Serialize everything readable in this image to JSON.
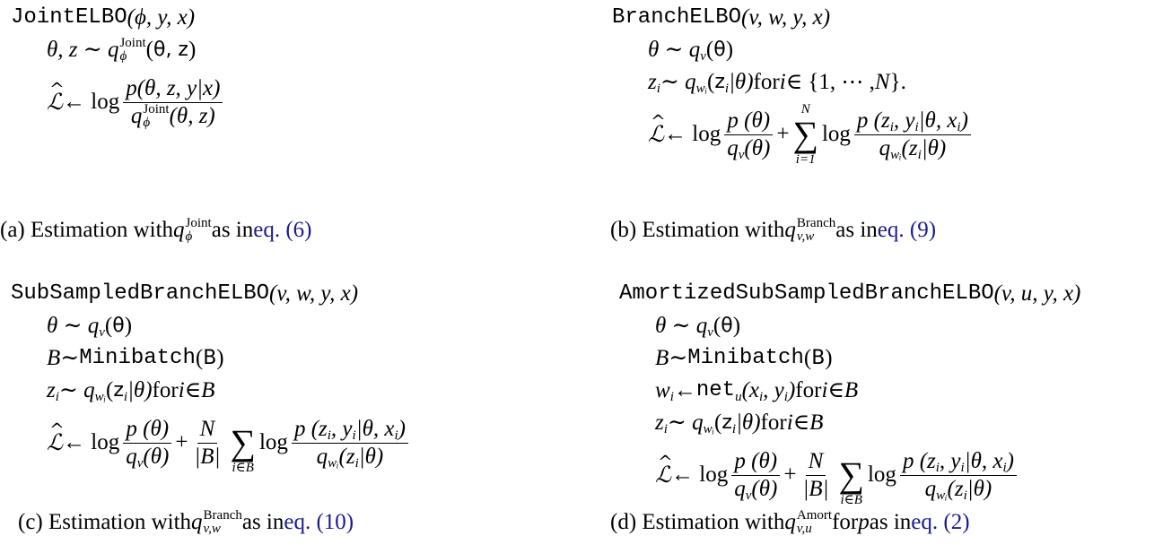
{
  "colors": {
    "link": "#1a1a8c",
    "text": "#000000"
  },
  "panels": [
    {
      "id": "a",
      "lines": [
        [
          {
            "k": "tt",
            "t": "JointELBO"
          },
          {
            "k": "m",
            "t": "(ϕ, y, x)"
          }
        ],
        [
          {
            "k": "m",
            "t": "θ, z ∼ q"
          },
          {
            "k": "ss",
            "sup": "Joint",
            "sub": "ϕ"
          },
          {
            "k": "r",
            "t": "("
          },
          {
            "k": "sf",
            "t": "θ, z"
          },
          {
            "k": "r",
            "t": ")"
          }
        ],
        [
          {
            "k": "hat",
            "t": "ℒ"
          },
          {
            "k": "r",
            "t": " ← log "
          },
          {
            "k": "frac",
            "num": [
              {
                "k": "m",
                "t": "p(θ, z, y|x)"
              }
            ],
            "den": [
              {
                "k": "m",
                "t": "q"
              },
              {
                "k": "ss",
                "sup": "Joint",
                "sub": "ϕ"
              },
              {
                "k": "m",
                "t": "(θ, z)"
              }
            ]
          }
        ]
      ],
      "caption": [
        {
          "k": "r",
          "t": "(a) Estimation with "
        },
        {
          "k": "m",
          "t": "q"
        },
        {
          "k": "ss",
          "sup": "Joint",
          "sub": "ϕ"
        },
        {
          "k": "r",
          "t": " as in "
        },
        {
          "k": "link",
          "t": "eq. (6)"
        }
      ]
    },
    {
      "id": "b",
      "lines": [
        [
          {
            "k": "tt",
            "t": "BranchELBO"
          },
          {
            "k": "m",
            "t": "(v, w, y, x)"
          }
        ],
        [
          {
            "k": "m",
            "t": "θ ∼ q"
          },
          {
            "k": "sub",
            "t": "v"
          },
          {
            "k": "r",
            "t": "("
          },
          {
            "k": "sf",
            "t": "θ"
          },
          {
            "k": "r",
            "t": ")"
          }
        ],
        [
          {
            "k": "m",
            "t": "z"
          },
          {
            "k": "sub",
            "t": "i"
          },
          {
            "k": "m",
            "t": " ∼ q"
          },
          {
            "k": "sub",
            "t": "wᵢ"
          },
          {
            "k": "r",
            "t": "("
          },
          {
            "k": "sf",
            "t": "z"
          },
          {
            "k": "sub",
            "t": "i"
          },
          {
            "k": "m",
            "t": "|θ)"
          },
          {
            "k": "r",
            "t": " for "
          },
          {
            "k": "m",
            "t": "i"
          },
          {
            "k": "r",
            "t": " ∈ {1, ⋯ , "
          },
          {
            "k": "m",
            "t": "N"
          },
          {
            "k": "r",
            "t": "}."
          }
        ],
        [
          {
            "k": "hat",
            "t": "ℒ"
          },
          {
            "k": "r",
            "t": " ← log "
          },
          {
            "k": "frac",
            "num": [
              {
                "k": "m",
                "t": "p (θ)"
              }
            ],
            "den": [
              {
                "k": "m",
                "t": "q"
              },
              {
                "k": "sub",
                "t": "v"
              },
              {
                "k": "m",
                "t": " (θ)"
              }
            ]
          },
          {
            "k": "r",
            "t": " + "
          },
          {
            "k": "sum",
            "top": "N",
            "bot": "i=1"
          },
          {
            "k": "r",
            "t": "log "
          },
          {
            "k": "frac",
            "num": [
              {
                "k": "m",
                "t": "p (z"
              },
              {
                "k": "sub",
                "t": "i"
              },
              {
                "k": "m",
                "t": ", y"
              },
              {
                "k": "sub",
                "t": "i"
              },
              {
                "k": "m",
                "t": "|θ, x"
              },
              {
                "k": "sub",
                "t": "i"
              },
              {
                "k": "m",
                "t": ")"
              }
            ],
            "den": [
              {
                "k": "m",
                "t": "q"
              },
              {
                "k": "sub",
                "t": "wᵢ"
              },
              {
                "k": "m",
                "t": " (z"
              },
              {
                "k": "sub",
                "t": "i"
              },
              {
                "k": "m",
                "t": "|θ)"
              }
            ]
          }
        ]
      ],
      "caption": [
        {
          "k": "r",
          "t": "(b) Estimation with "
        },
        {
          "k": "m",
          "t": "q"
        },
        {
          "k": "ss",
          "sup": "Branch",
          "sub": "v,w"
        },
        {
          "k": "r",
          "t": " as in "
        },
        {
          "k": "link",
          "t": "eq. (9)"
        }
      ]
    },
    {
      "id": "c",
      "lines": [
        [
          {
            "k": "tt",
            "t": "SubSampledBranchELBO"
          },
          {
            "k": "m",
            "t": "(v, w, y, x)"
          }
        ],
        [
          {
            "k": "m",
            "t": "θ ∼ q"
          },
          {
            "k": "sub",
            "t": "v"
          },
          {
            "k": "r",
            "t": "("
          },
          {
            "k": "sf",
            "t": "θ"
          },
          {
            "k": "r",
            "t": ")"
          }
        ],
        [
          {
            "k": "m",
            "t": "B"
          },
          {
            "k": "r",
            "t": " ∼ "
          },
          {
            "k": "tt",
            "t": "Minibatch"
          },
          {
            "k": "r",
            "t": "("
          },
          {
            "k": "sf",
            "t": "B"
          },
          {
            "k": "r",
            "t": ")"
          }
        ],
        [
          {
            "k": "m",
            "t": "z"
          },
          {
            "k": "sub",
            "t": "i"
          },
          {
            "k": "m",
            "t": " ∼ q"
          },
          {
            "k": "sub",
            "t": "wᵢ"
          },
          {
            "k": "r",
            "t": "("
          },
          {
            "k": "sf",
            "t": "z"
          },
          {
            "k": "sub",
            "t": "i"
          },
          {
            "k": "m",
            "t": "|θ)"
          },
          {
            "k": "r",
            "t": " for "
          },
          {
            "k": "m",
            "t": "i"
          },
          {
            "k": "r",
            "t": " ∈ "
          },
          {
            "k": "m",
            "t": "B"
          }
        ],
        [
          {
            "k": "hat",
            "t": "ℒ"
          },
          {
            "k": "r",
            "t": " ← log "
          },
          {
            "k": "frac",
            "num": [
              {
                "k": "m",
                "t": "p (θ)"
              }
            ],
            "den": [
              {
                "k": "m",
                "t": "q"
              },
              {
                "k": "sub",
                "t": "v"
              },
              {
                "k": "m",
                "t": " (θ)"
              }
            ]
          },
          {
            "k": "r",
            "t": " + "
          },
          {
            "k": "frac",
            "num": [
              {
                "k": "m",
                "t": "N"
              }
            ],
            "den": [
              {
                "k": "m",
                "t": "|B|"
              }
            ]
          },
          {
            "k": "sum",
            "top": "",
            "bot": "i∈B"
          },
          {
            "k": "r",
            "t": "log "
          },
          {
            "k": "frac",
            "num": [
              {
                "k": "m",
                "t": "p (z"
              },
              {
                "k": "sub",
                "t": "i"
              },
              {
                "k": "m",
                "t": ", y"
              },
              {
                "k": "sub",
                "t": "i"
              },
              {
                "k": "m",
                "t": "|θ, x"
              },
              {
                "k": "sub",
                "t": "i"
              },
              {
                "k": "m",
                "t": ")"
              }
            ],
            "den": [
              {
                "k": "m",
                "t": "q"
              },
              {
                "k": "sub",
                "t": "wᵢ"
              },
              {
                "k": "m",
                "t": " (z"
              },
              {
                "k": "sub",
                "t": "i"
              },
              {
                "k": "m",
                "t": "|θ)"
              }
            ]
          }
        ]
      ],
      "caption": [
        {
          "k": "r",
          "t": "(c) Estimation with "
        },
        {
          "k": "m",
          "t": "q"
        },
        {
          "k": "ss",
          "sup": "Branch",
          "sub": "v,w"
        },
        {
          "k": "r",
          "t": " as in "
        },
        {
          "k": "link",
          "t": "eq. (10)"
        }
      ]
    },
    {
      "id": "d",
      "lines": [
        [
          {
            "k": "tt",
            "t": "AmortizedSubSampledBranchELBO"
          },
          {
            "k": "m",
            "t": "(v, u, y, x)"
          }
        ],
        [
          {
            "k": "m",
            "t": "θ ∼ q"
          },
          {
            "k": "sub",
            "t": "v"
          },
          {
            "k": "r",
            "t": "("
          },
          {
            "k": "sf",
            "t": "θ"
          },
          {
            "k": "r",
            "t": ")"
          }
        ],
        [
          {
            "k": "m",
            "t": "B"
          },
          {
            "k": "r",
            "t": " ∼ "
          },
          {
            "k": "tt",
            "t": "Minibatch"
          },
          {
            "k": "r",
            "t": "("
          },
          {
            "k": "sf",
            "t": "B"
          },
          {
            "k": "r",
            "t": ")"
          }
        ],
        [
          {
            "k": "m",
            "t": "w"
          },
          {
            "k": "sub",
            "t": "i"
          },
          {
            "k": "r",
            "t": " ← "
          },
          {
            "k": "tt",
            "t": "net"
          },
          {
            "k": "sub",
            "t": "u"
          },
          {
            "k": "m",
            "t": "(x"
          },
          {
            "k": "sub",
            "t": "i"
          },
          {
            "k": "m",
            "t": ", y"
          },
          {
            "k": "sub",
            "t": "i"
          },
          {
            "k": "m",
            "t": ")"
          },
          {
            "k": "r",
            "t": " for "
          },
          {
            "k": "m",
            "t": "i"
          },
          {
            "k": "r",
            "t": " ∈ "
          },
          {
            "k": "m",
            "t": "B"
          }
        ],
        [
          {
            "k": "m",
            "t": "z"
          },
          {
            "k": "sub",
            "t": "i"
          },
          {
            "k": "m",
            "t": " ∼ q"
          },
          {
            "k": "sub",
            "t": "wᵢ"
          },
          {
            "k": "r",
            "t": "("
          },
          {
            "k": "sf",
            "t": "z"
          },
          {
            "k": "sub",
            "t": "i"
          },
          {
            "k": "m",
            "t": "|θ)"
          },
          {
            "k": "r",
            "t": " for "
          },
          {
            "k": "m",
            "t": "i"
          },
          {
            "k": "r",
            "t": " ∈ "
          },
          {
            "k": "m",
            "t": "B"
          }
        ],
        [
          {
            "k": "hat",
            "t": "ℒ"
          },
          {
            "k": "r",
            "t": " ← log "
          },
          {
            "k": "frac",
            "num": [
              {
                "k": "m",
                "t": "p (θ)"
              }
            ],
            "den": [
              {
                "k": "m",
                "t": "q"
              },
              {
                "k": "sub",
                "t": "v"
              },
              {
                "k": "m",
                "t": " (θ)"
              }
            ]
          },
          {
            "k": "r",
            "t": " + "
          },
          {
            "k": "frac",
            "num": [
              {
                "k": "m",
                "t": "N"
              }
            ],
            "den": [
              {
                "k": "m",
                "t": "|B|"
              }
            ]
          },
          {
            "k": "sum",
            "top": "",
            "bot": "i∈B"
          },
          {
            "k": "r",
            "t": "log "
          },
          {
            "k": "frac",
            "num": [
              {
                "k": "m",
                "t": "p (z"
              },
              {
                "k": "sub",
                "t": "i"
              },
              {
                "k": "m",
                "t": ", y"
              },
              {
                "k": "sub",
                "t": "i"
              },
              {
                "k": "m",
                "t": "|θ, x"
              },
              {
                "k": "sub",
                "t": "i"
              },
              {
                "k": "m",
                "t": ")"
              }
            ],
            "den": [
              {
                "k": "m",
                "t": "q"
              },
              {
                "k": "sub",
                "t": "wᵢ"
              },
              {
                "k": "m",
                "t": " (z"
              },
              {
                "k": "sub",
                "t": "i"
              },
              {
                "k": "m",
                "t": "|θ)"
              }
            ]
          }
        ]
      ],
      "caption": [
        {
          "k": "r",
          "t": "(d) Estimation with "
        },
        {
          "k": "m",
          "t": "q"
        },
        {
          "k": "ss",
          "sup": "Amort",
          "sub": "v,u"
        },
        {
          "k": "r",
          "t": " for "
        },
        {
          "k": "m",
          "t": "p"
        },
        {
          "k": "r",
          "t": " as in "
        },
        {
          "k": "link",
          "t": "eq. (2)"
        }
      ]
    }
  ]
}
